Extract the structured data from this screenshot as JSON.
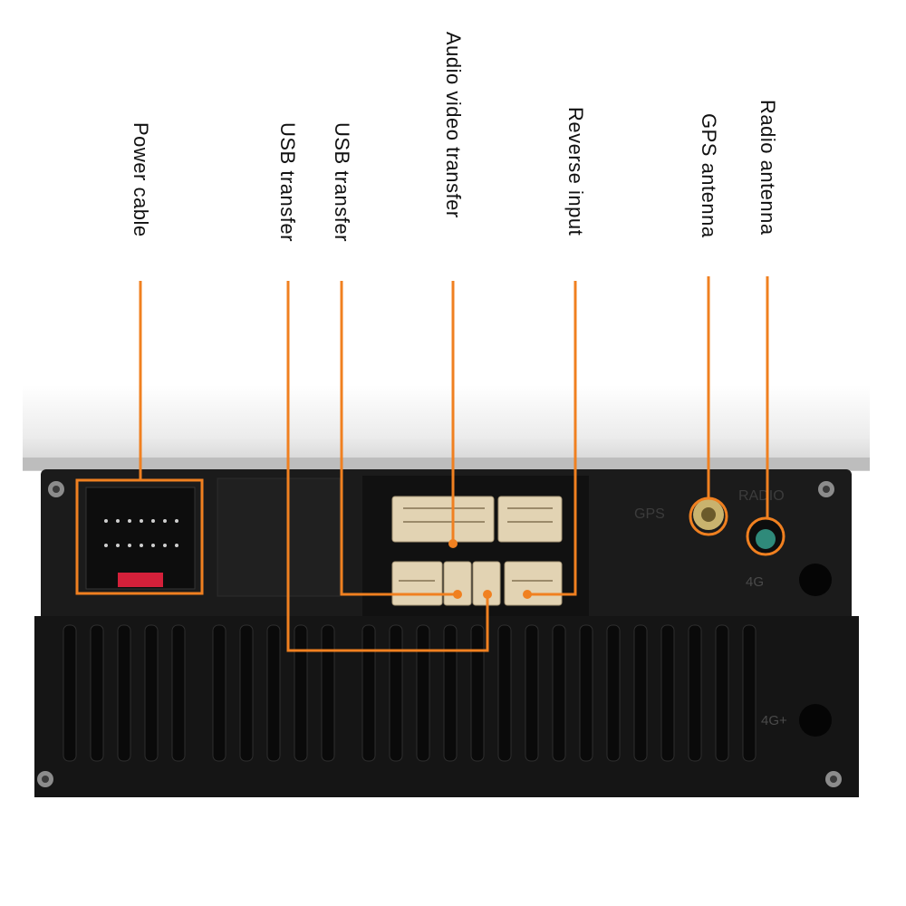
{
  "labels": {
    "power_cable": "Power cable",
    "usb_transfer_1": "USB transfer",
    "usb_transfer_2": "USB transfer",
    "av_transfer": "Audio video transfer",
    "reverse_input": "Reverse input",
    "gps_antenna": "GPS antenna",
    "radio_antenna": "Radio antenna"
  },
  "panel_marks": {
    "gps": "GPS",
    "radio": "RADIO",
    "four_g_top": "4G",
    "four_g_bottom": "4G+"
  },
  "colors": {
    "callout": "#f08020",
    "unit_body": "#1c1c1c",
    "top_case": "#e6e6e6",
    "connector": "#e2d3b3"
  }
}
